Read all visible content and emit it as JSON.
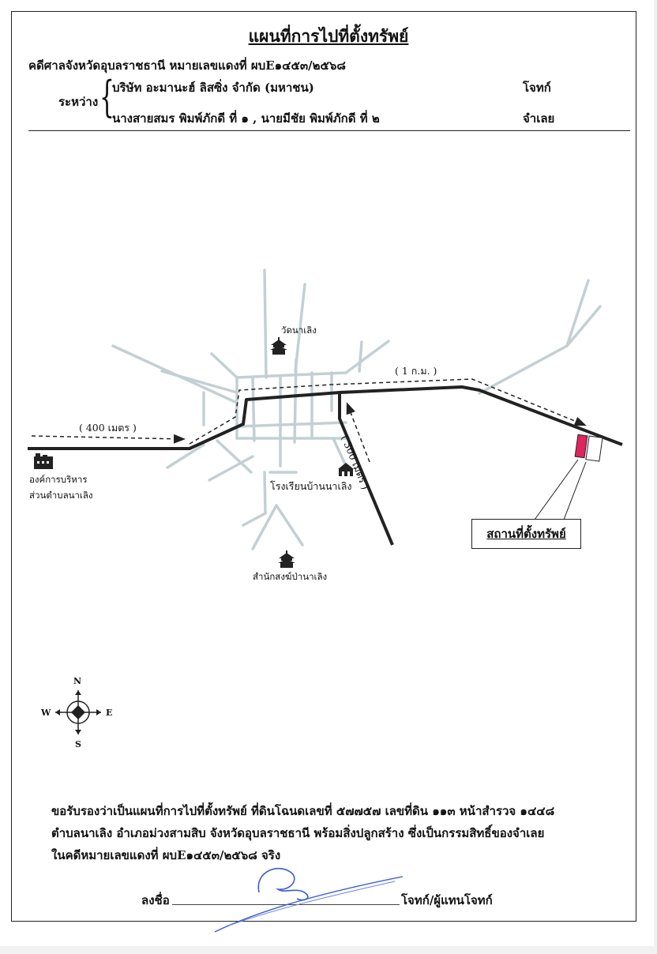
{
  "document": {
    "title": "แผนที่การไปที่ตั้งทรัพย์",
    "case_line": "คดีศาลจังหวัดอุบลราชธานี  หมายเลขแดงที่  ผบE๑๔๕๓/๒๕๖๘",
    "between_label": "ระหว่าง",
    "brace": "{",
    "plaintiff": {
      "name": "บริษัท อะมานะฮ์ ลิสซิ่ง จำกัด (มหาชน)",
      "role": "โจทก์"
    },
    "defendant": {
      "name": "นางสายสมร  พิมพ์ภักดี ที่ ๑ , นายมีชัย  พิมพ์ภักดี ที่ ๒",
      "role": "จำเลย"
    }
  },
  "map": {
    "road_color": "#222222",
    "side_road_color": "#c3d0d3",
    "marker_color": "#e0245e",
    "distance_labels": {
      "left": "( 400 เมตร )",
      "top": "( 1 ก.ม. )",
      "middle": "( 300 เมตร )"
    },
    "landmarks": {
      "temple": "วัดนาเลิง",
      "school": "โรงเรียนบ้านนาเลิง",
      "office_line1": "องค์การบริหาร",
      "office_line2": "ส่วนตำบลนาเลิง",
      "monastery": "สำนักสงฆ์ป่านาเลิง"
    },
    "property_label": "สถานที่ตั้งทรัพย์",
    "compass": {
      "n": "N",
      "s": "S",
      "e": "E",
      "w": "W"
    }
  },
  "certification": {
    "line1": "ขอรับรองว่าเป็นแผนที่การไปที่ตั้งทรัพย์  ที่ดินโฉนดเลขที่  ๕๗๗๕๗  เลขที่ดิน  ๑๑๓  หน้าสำรวจ  ๑๔๔๘",
    "line2": "ตำบลนาเลิง อำเภอม่วงสามสิบ จังหวัดอุบลราชธานี พร้อมสิ่งปลูกสร้าง ซึ่งเป็นกรรมสิทธิ์ของจำเลย",
    "line3": "ในคดีหมายเลขแดงที่ ผบE๑๔๕๓/๒๕๖๘  จริง",
    "sign_label": "ลงชื่อ",
    "sign_role": "โจทก์/ผู้แทนโจทก์"
  }
}
